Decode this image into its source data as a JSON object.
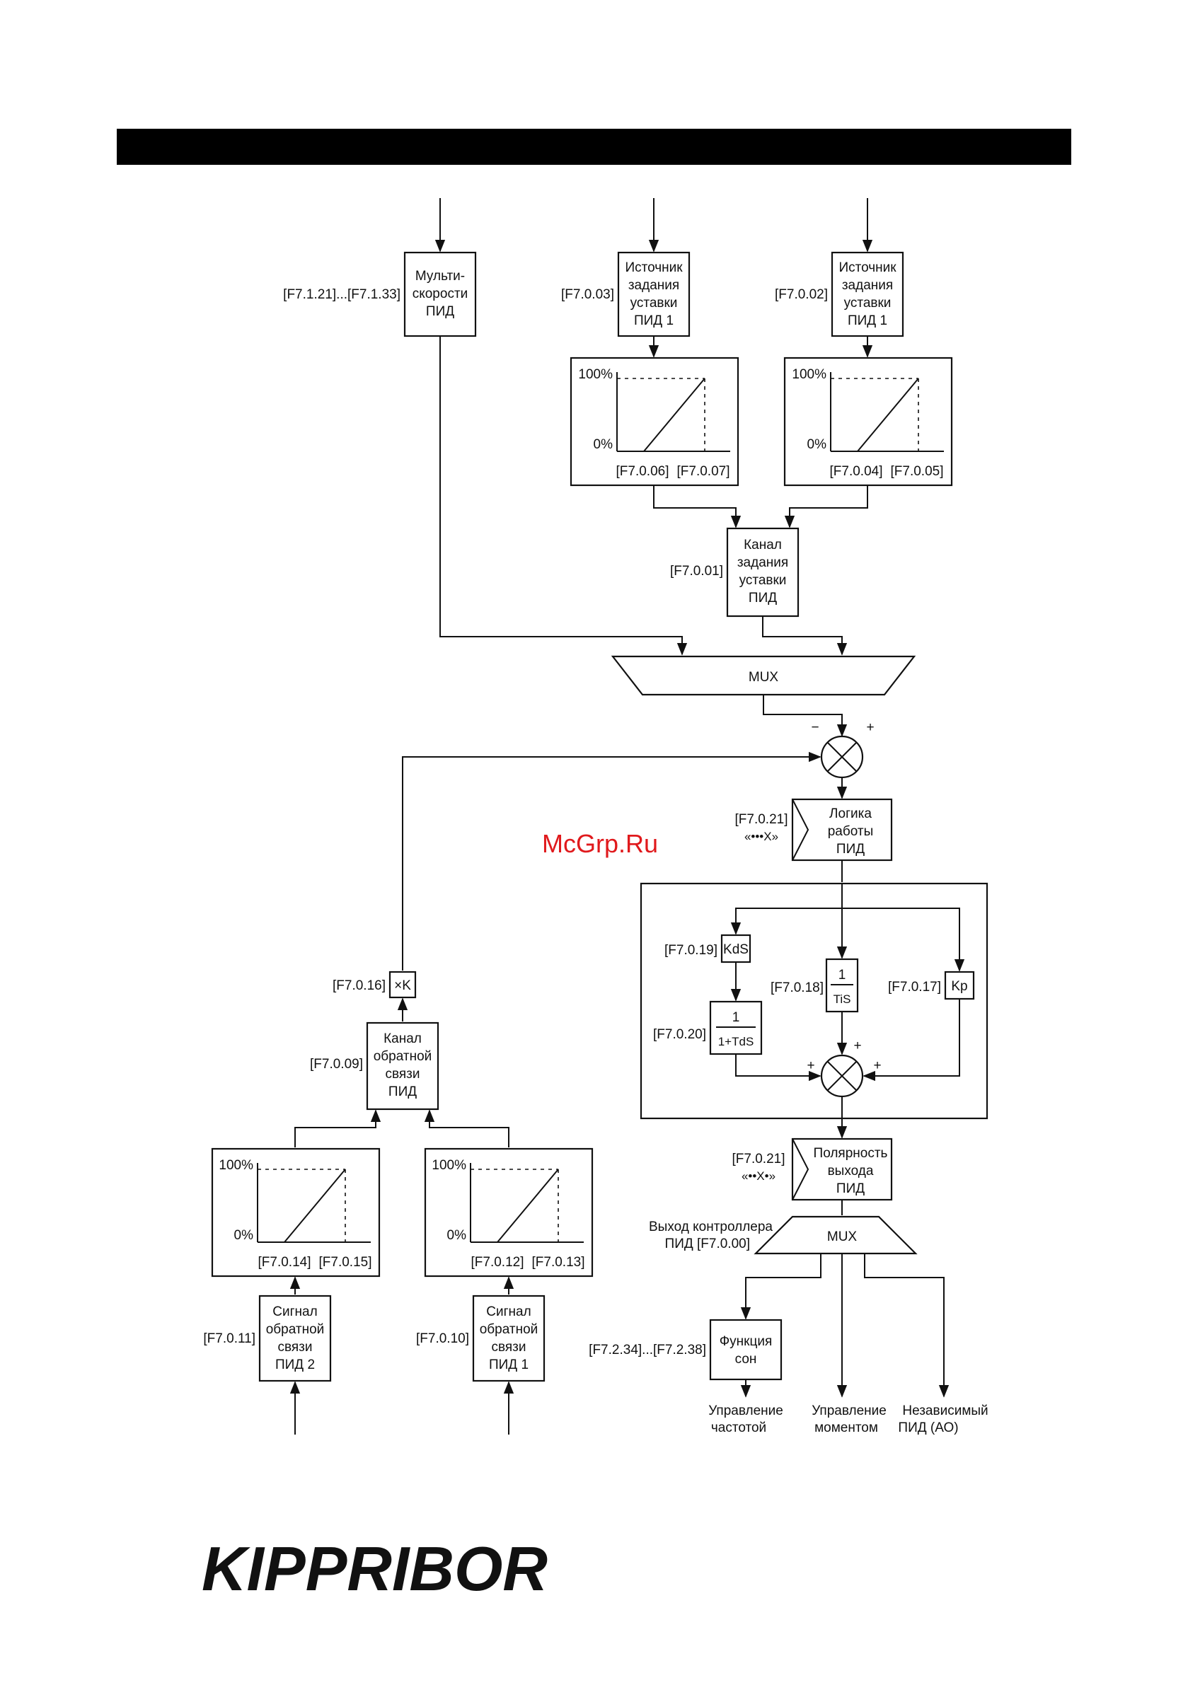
{
  "header_bar_color": "#000000",
  "watermark": "McGrp.Ru",
  "logo": "KIPPRIBOR",
  "blocks": {
    "multispeed": {
      "lines": [
        "Мульти-",
        "скорости",
        "ПИД"
      ],
      "param": "[F7.1.21]...[F7.1.33]"
    },
    "setpoint_src_a": {
      "lines": [
        "Источник",
        "задания",
        "уставки",
        "ПИД 1"
      ],
      "param": "[F7.0.03]"
    },
    "setpoint_src_b": {
      "lines": [
        "Источник",
        "задания",
        "уставки",
        "ПИД 1"
      ],
      "param": "[F7.0.02]"
    },
    "scale_a": {
      "top": "100%",
      "bottom": "0%",
      "p1": "[F7.0.06]",
      "p2": "[F7.0.07]"
    },
    "scale_b": {
      "top": "100%",
      "bottom": "0%",
      "p1": "[F7.0.04]",
      "p2": "[F7.0.05]"
    },
    "setpoint_channel": {
      "lines": [
        "Канал",
        "задания",
        "уставки",
        "ПИД"
      ],
      "param": "[F7.0.01]"
    },
    "mux_top": {
      "label": "MUX"
    },
    "sum_top": {
      "minus": "−",
      "plus": "+"
    },
    "pid_logic": {
      "lines": [
        "Логика",
        "работы",
        "ПИД"
      ],
      "param": [
        "[F7.0.21]",
        "«•••X»"
      ]
    },
    "kd": {
      "label": "KdS",
      "param": "[F7.0.19]"
    },
    "ti": {
      "num": "1",
      "den": "TiS",
      "param": "[F7.0.18]"
    },
    "kp": {
      "label": "Kp",
      "param": "[F7.0.17]"
    },
    "td": {
      "num": "1",
      "den": "1+TdS",
      "param": "[F7.0.20]"
    },
    "sum_inner": {
      "left": "+",
      "top": "+",
      "right": "+"
    },
    "polarity": {
      "lines": [
        "Полярность",
        "выхода",
        "ПИД"
      ],
      "param": [
        "[F7.0.21]",
        "«••X•»"
      ]
    },
    "mux_bottom": {
      "label": "MUX",
      "param": [
        "Выход контроллера",
        "ПИД [F7.0.00]"
      ]
    },
    "sleep": {
      "lines": [
        "Функция",
        "сон"
      ],
      "param": "[F7.2.34]...[F7.2.38]"
    },
    "outputs": [
      {
        "lines": [
          "Управление",
          "частотой"
        ]
      },
      {
        "lines": [
          "Управление",
          "моментом"
        ]
      },
      {
        "lines": [
          "Независимый",
          "ПИД (АО)"
        ]
      }
    ],
    "gain": {
      "label": "×K",
      "param": "[F7.0.16]"
    },
    "feedback_channel": {
      "lines": [
        "Канал",
        "обратной",
        "связи",
        "ПИД"
      ],
      "param": "[F7.0.09]"
    },
    "scale_c": {
      "top": "100%",
      "bottom": "0%",
      "p1": "[F7.0.14]",
      "p2": "[F7.0.15]"
    },
    "scale_d": {
      "top": "100%",
      "bottom": "0%",
      "p1": "[F7.0.12]",
      "p2": "[F7.0.13]"
    },
    "fb_signal_2": {
      "lines": [
        "Сигнал",
        "обратной",
        "связи",
        "ПИД 2"
      ],
      "param": "[F7.0.11]"
    },
    "fb_signal_1": {
      "lines": [
        "Сигнал",
        "обратной",
        "связи",
        "ПИД 1"
      ],
      "param": "[F7.0.10]"
    }
  }
}
